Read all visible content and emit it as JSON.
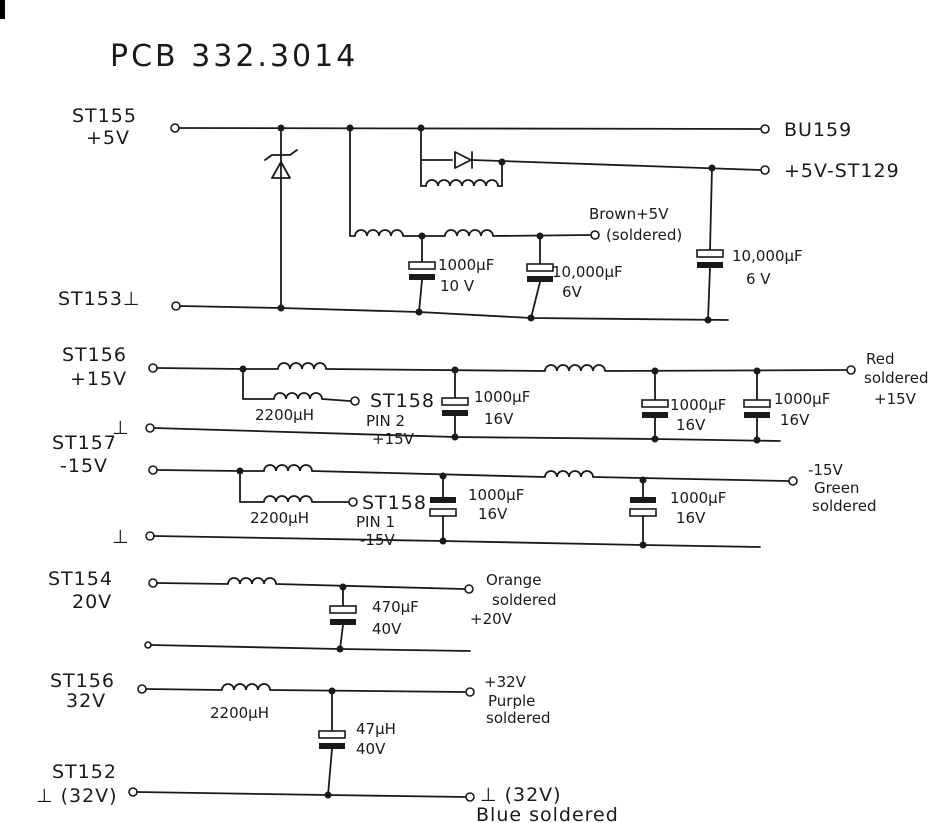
{
  "title": "PCB 332.3014",
  "s1": {
    "in_name": "ST155",
    "in_volt": "+5V",
    "out_top": "BU159",
    "out_mid": "+5V-ST129",
    "out_brown1": "Brown+5V",
    "out_brown2": "(soldered)",
    "gnd_label": "ST153⊥",
    "c1_val": "1000µF",
    "c1_v": "10 V",
    "c2_val": "10,000µF",
    "c2_v": "6V",
    "c3_val": "10,000µF",
    "c3_v": "6 V"
  },
  "s2": {
    "in_name": "ST156",
    "in_volt": "+15V",
    "gnd": "⊥",
    "ind_val": "2200µH",
    "tap1": "ST158",
    "tap2": "PIN 2",
    "tap3": "+15V",
    "c1_val": "1000µF",
    "c1_v": "16V",
    "c2_val": "1000µF",
    "c2_v": "16V",
    "c3_val": "1000µF",
    "c3_v": "16V",
    "out1": "Red",
    "out2": "soldered",
    "out3": "+15V"
  },
  "s3": {
    "in_name": "ST157",
    "in_volt": "-15V",
    "gnd": "⊥",
    "ind_val": "2200µH",
    "tap1": "ST158",
    "tap2": "PIN 1",
    "tap3": "-15V",
    "c1_val": "1000µF",
    "c1_v": "16V",
    "c2_val": "1000µF",
    "c2_v": "16V",
    "out1": "-15V",
    "out2": "Green",
    "out3": "soldered"
  },
  "s4": {
    "in_name": "ST154",
    "in_volt": "20V",
    "c_val": "470µF",
    "c_v": "40V",
    "out1": "Orange",
    "out2": "soldered",
    "out3": "+20V"
  },
  "s5": {
    "in_name": "ST156",
    "in_volt": "32V",
    "ind_val": "2200µH",
    "c_val": "47µH",
    "c_v": "40V",
    "out1": "+32V",
    "out2": "Purple",
    "out3": "soldered",
    "gnd_name": "ST152",
    "gnd_label": "⊥ (32V)",
    "gnd_out1": "⊥ (32V)",
    "gnd_out2": "Blue soldered"
  }
}
